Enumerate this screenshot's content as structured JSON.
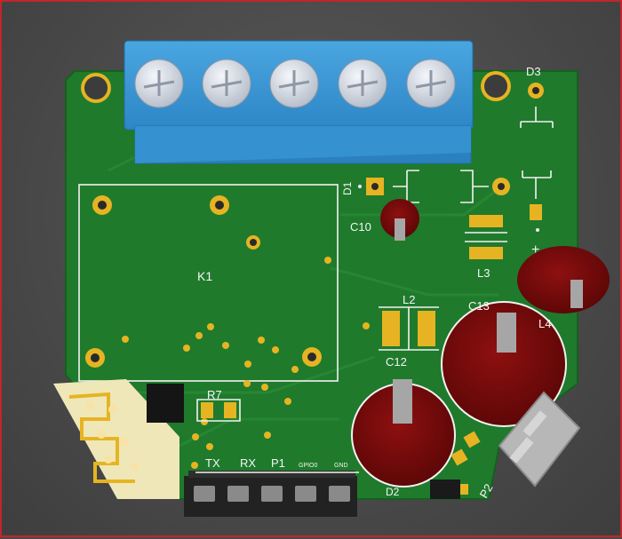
{
  "pcb": {
    "board_color": "#1f7a2c",
    "copper_color": "#e6b422",
    "silk_color": "#f2f2f2",
    "terminal_color": "#3a97d4",
    "cap_color": "#7a0b0b",
    "frame_color": "#c0262a"
  },
  "labels": {
    "relay": "K1",
    "d3": "D3",
    "d1": "D1",
    "c10": "C10",
    "l3": "L3",
    "l2": "L2",
    "c13": "C13",
    "l4": "L4",
    "c12": "C12",
    "r7": "R7",
    "tx": "TX",
    "rx": "RX",
    "p1": "P1",
    "gpio0": "GPIO0",
    "gnd": "GND",
    "p2": "P2",
    "d2": "D2",
    "plus_a": "+",
    "plus_b": "+"
  }
}
